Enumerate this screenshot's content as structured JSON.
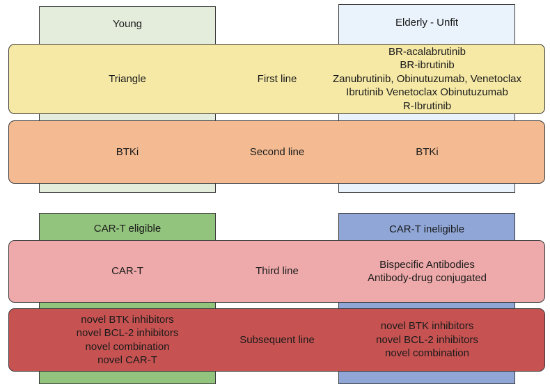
{
  "top_section": {
    "columns": {
      "left": {
        "label": "Young"
      },
      "right": {
        "label": "Elderly - Unfit"
      }
    },
    "rows": [
      {
        "left": [
          "Triangle"
        ],
        "center": "First line",
        "right": [
          "BR-acalabrutinib",
          "BR-ibrutinib",
          "Zanubrutinib, Obinutuzumab, Venetoclax",
          "Ibrutinib Venetoclax Obinutuzumab",
          "R-Ibrutinib"
        ]
      },
      {
        "left": [
          "BTKi"
        ],
        "center": "Second line",
        "right": [
          "BTKi"
        ]
      }
    ]
  },
  "bottom_section": {
    "columns": {
      "left": {
        "label": "CAR-T eligible"
      },
      "right": {
        "label": "CAR-T ineligible"
      }
    },
    "rows": [
      {
        "left": [
          "CAR-T"
        ],
        "center": "Third line",
        "right": [
          "Bispecific Antibodies",
          "Antibody-drug conjugated"
        ]
      },
      {
        "left": [
          "novel BTK inhibitors",
          "novel BCL-2 inhibitors",
          "novel combination",
          "novel CAR-T"
        ],
        "center": "Subsequent line",
        "right": [
          "novel BTK inhibitors",
          "novel BCL-2 inhibitors",
          "novel combination"
        ]
      }
    ]
  },
  "colors": {
    "young_column": "#e4ecdc",
    "elderly_column": "#eaf2fb",
    "car_t_eligible_column": "#93c47d",
    "car_t_ineligible_column": "#8fa6d6",
    "first_line_band": "#f6e9a6",
    "second_line_band": "#f4bb92",
    "third_line_band": "#eeaaaa",
    "subsequent_line_band": "#c65352"
  }
}
